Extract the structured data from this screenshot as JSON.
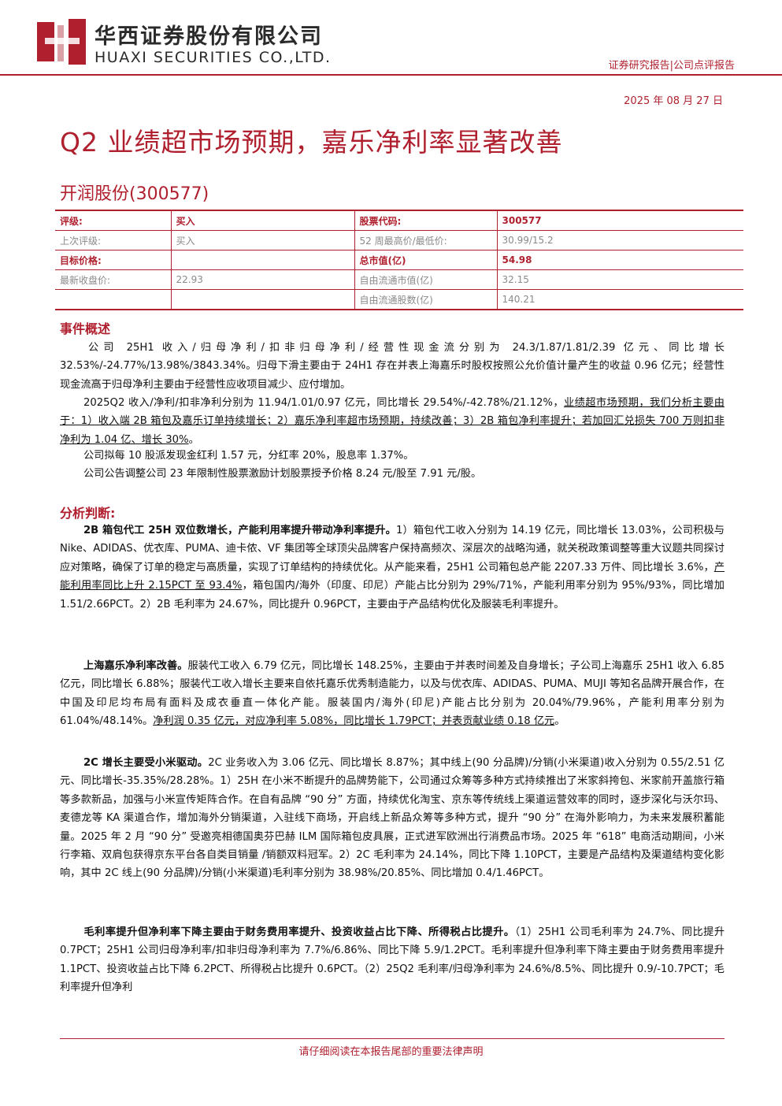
{
  "header": {
    "company_cn": "华西证券股份有限公司",
    "company_en": "HUAXI SECURITIES CO.,LTD.",
    "report_type": "证券研究报告|公司点评报告",
    "date": "2025 年 08 月 27 日",
    "brand_color": "#b01f2e"
  },
  "title": "Q2 业绩超市场预期，嘉乐净利率显著改善",
  "stock": "开润股份(300577)",
  "info": {
    "rating_label": "评级:",
    "rating": "买入",
    "code_label": "股票代码:",
    "code": "300577",
    "prev_rating_label": "上次评级:",
    "prev_rating": "买入",
    "range_label": "52 周最高价/最低价:",
    "range": "30.99/15.2",
    "target_label": "目标价格:",
    "target": "",
    "mktcap_label": "总市值(亿)",
    "mktcap": "54.98",
    "close_label": "最新收盘价:",
    "close": "22.93",
    "float_cap_label": "自由流通市值(亿)",
    "float_cap": "32.15",
    "float_shares_label": "自由流通股数(亿)",
    "float_shares": "140.21"
  },
  "event": {
    "title": "事件概述",
    "p1": "公司 25H1 收入/归母净利/扣非归母净利/经营性现金流分别为 24.3/1.87/1.81/2.39 亿元、同比增长 32.53%/-24.77%/13.98%/3843.34%。归母下滑主要由于 24H1 存在并表上海嘉乐时股权按照公允价值计量产生的收益 0.96 亿元；经营性现金流高于归母净利主要由于经营性应收项目减少、应付增加。",
    "p2a": "2025Q2 收入/净利/扣非净利分别为 11.94/1.01/0.97 亿元，同比增长 29.54%/-42.78%/21.12%，",
    "p2b": "业绩超市场预期，我们分析主要由于：1）收入端 2B 箱包及嘉乐订单持续增长；2）嘉乐净利率超市场预期，持续改善；3）2B 箱包净利率提升；若加回汇兑损失 700 万则扣非净利为 1.04 亿、增长 30%",
    "p2c": "。",
    "p3": "公司拟每 10 股派发现金红利 1.57 元，分红率 20%，股息率 1.37%。",
    "p4": "公司公告调整公司 23 年限制性股票激励计划股票授予价格 8.24 元/股至 7.91 元/股。"
  },
  "analysis": {
    "title": "分析判断:",
    "s1_lead": "2B 箱包代工 25H 双位数增长，产能利用率提升带动净利率提升。",
    "s1a": "1）箱包代工收入分别为 14.19 亿元，同比增长 13.03%，公司积极与 Nike、ADIDAS、优衣库、PUMA、迪卡侬、VF 集团等全球顶尖品牌客户保持高频次、深层次的战略沟通，就关税政策调整等重大议题共同探讨应对策略，确保了订单的稳定与高质量，实现了订单结构的持续优化。从产能来看，25H1 公司箱包总产能 2207.33 万件、同比增长 3.6%，",
    "s1b": "产能利用率同比上升 2.15PCT 至 93.4%",
    "s1c": "，箱包国内/海外（印度、印尼）产能占比分别为 29%/71%，产能利用率分别为 95%/93%，同比增加 1.51/2.66PCT。2）2B 毛利率为 24.67%，同比提升 0.96PCT，主要由于产品结构优化及服装毛利率提升。",
    "s2_lead": "上海嘉乐净利率改善。",
    "s2a": "服装代工收入 6.79 亿元，同比增长 148.25%，主要由于并表时间差及自身增长；子公司上海嘉乐 25H1 收入 6.85 亿元，同比增长 6.88%；服装代工收入增长主要来自依托嘉乐优秀制造能力，以及与优衣库、ADIDAS、PUMA、MUJI 等知名品牌开展合作，在中国及印尼均布局有面料及成衣垂直一体化产能。服装国内/海外(印尼)产能占比分别为 20.04%/79.96%，产能利用率分别为 61.04%/48.14%。",
    "s2b": "净利润 0.35 亿元，对应净利率 5.08%，同比增长 1.79PCT；并表贡献业绩 0.18 亿元",
    "s2c": "。",
    "s3_lead": "2C 增长主要受小米驱动。",
    "s3a": "2C 业务收入为 3.06 亿元、同比增长 8.87%；其中线上(90 分品牌)/分销(小米渠道)收入分别为 0.55/2.51 亿元、同比增长-35.35%/28.28%。1）25H 在小米不断提升的品牌势能下，公司通过众筹等多种方式持续推出了米家斜挎包、米家前开盖旅行箱等多款新品，加强与小米宣传矩阵合作。在自有品牌 “90 分” 方面，持续优化淘宝、京东等传统线上渠道运营效率的同时，逐步深化与沃尔玛、麦德龙等 KA 渠道合作，增加海外分销渠道，入驻线下商场，开启线上新品众筹等多种方式，提升 “90 分” 在海外影响力，为未来发展积蓄能量。2025 年 2 月 “90 分” 受邀亮相德国奥芬巴赫 ILM 国际箱包皮具展，正式进军欧洲出行消费品市场。2025 年 “618” 电商活动期间，小米行李箱、双肩包获得京东平台各自类目销量 /销额双料冠军。2）2C 毛利率为 24.14%，同比下降 1.10PCT，主要是产品结构及渠道结构变化影响，其中 2C 线上(90 分品牌)/分销(小米渠道)毛利率分别为 38.98%/20.85%、同比增加 0.4/1.46PCT。",
    "s4_lead": "毛利率提升但净利率下降主要由于财务费用率提升、投资收益占比下降、所得税占比提升。",
    "s4a": "（1）25H1 公司毛利率为 24.7%、同比提升 0.7PCT；25H1 公司归母净利率/扣非归母净利率为 7.7%/6.86%、同比下降 5.9/1.2PCT。毛利率提升但净利率下降主要由于财务费用率提升 1.1PCT、投资收益占比下降 6.2PCT、所得税占比提升 0.6PCT。（2）25Q2 毛利率/归母净利率为 24.6%/8.5%、同比提升 0.9/-10.7PCT；毛利率提升但净利"
  },
  "footer": "请仔细阅读在本报告尾部的重要法律声明"
}
